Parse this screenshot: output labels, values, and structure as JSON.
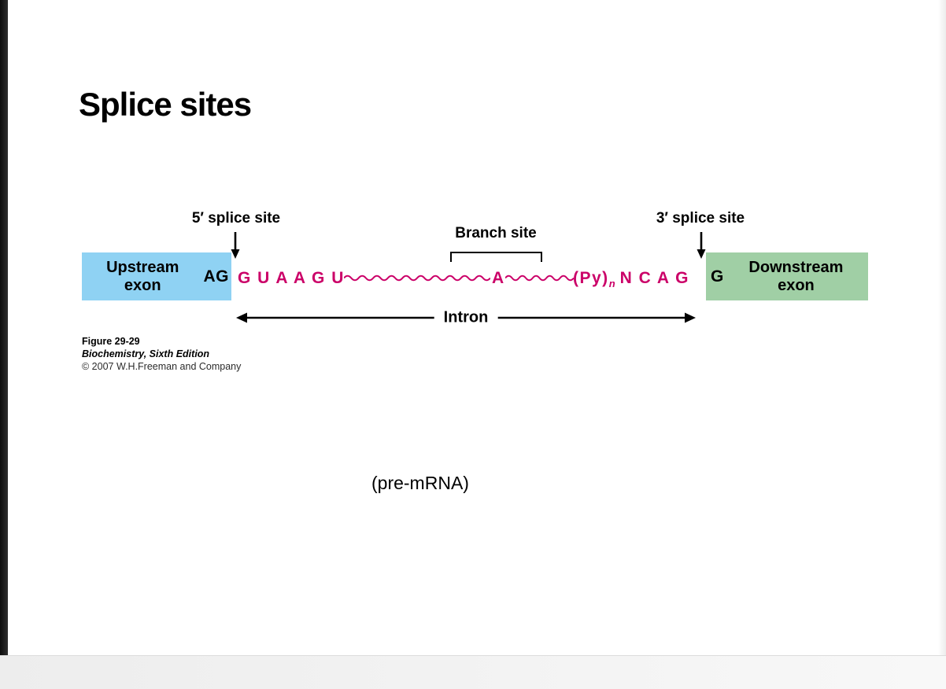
{
  "slide": {
    "title": "Splice sites",
    "pre_mrna_label": "(pre-mRNA)"
  },
  "diagram": {
    "five_prime_label": "5′ splice site",
    "branch_label": "Branch site",
    "three_prime_label": "3′ splice site",
    "intron_label": "Intron",
    "upstream_exon": {
      "name_line1": "Upstream",
      "name_line2": "exon",
      "terminal_seq": "AG",
      "color": "#8fd2f3"
    },
    "downstream_exon": {
      "name_line1": "Downstream",
      "name_line2": "exon",
      "initial_seq": "G",
      "color": "#a0cfa5"
    },
    "intron_sequence": {
      "color": "#cb0068",
      "donor_seq": "G U A A G U",
      "branch_nucleotide": "A",
      "py_tract": "(Py)",
      "py_subscript": "n",
      "acceptor_seq": "N C A G"
    }
  },
  "caption": {
    "figure_number": "Figure 29-29",
    "source": "Biochemistry, Sixth Edition",
    "copyright": "© 2007 W.H.Freeman and Company"
  }
}
